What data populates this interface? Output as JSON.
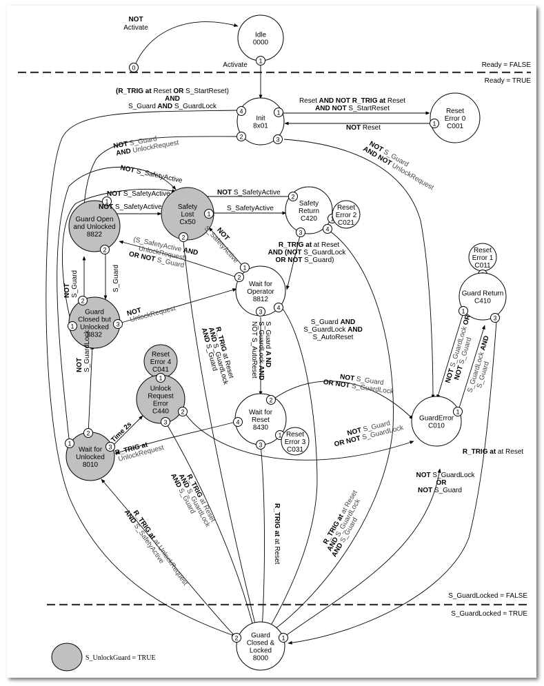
{
  "diagram": {
    "type": "state-machine",
    "states": [
      {
        "id": "idle",
        "lines": [
          "Idle",
          "0000"
        ],
        "highlighted": false
      },
      {
        "id": "init",
        "lines": [
          "Init",
          "8x01"
        ],
        "highlighted": false
      },
      {
        "id": "reset_error_0",
        "lines": [
          "Reset",
          "Error 0",
          "C001"
        ],
        "highlighted": false
      },
      {
        "id": "safety_lost",
        "lines": [
          "Safety",
          "Lost",
          "Cx50"
        ],
        "highlighted": true
      },
      {
        "id": "safety_return",
        "lines": [
          "Safety",
          "Return",
          "C420"
        ],
        "highlighted": false
      },
      {
        "id": "reset_error_2",
        "lines": [
          "Reset",
          "Error 2",
          "C021"
        ],
        "highlighted": false
      },
      {
        "id": "guard_open_unlocked",
        "lines": [
          "Guard Open",
          "and Unlocked",
          "8822"
        ],
        "highlighted": true
      },
      {
        "id": "wait_for_operator",
        "lines": [
          "Wait  for",
          "Operator",
          "8812"
        ],
        "highlighted": false
      },
      {
        "id": "guard_closed_unlocked",
        "lines": [
          "Guard",
          "Closed but",
          "Unlocked",
          "8832"
        ],
        "highlighted": true
      },
      {
        "id": "reset_error_1",
        "lines": [
          "Reset",
          "Error 1",
          "C011"
        ],
        "highlighted": false
      },
      {
        "id": "guard_return",
        "lines": [
          "Guard Return",
          "C410"
        ],
        "highlighted": false
      },
      {
        "id": "reset_error_4",
        "lines": [
          "Reset",
          "Error 4",
          "C041"
        ],
        "highlighted": true
      },
      {
        "id": "unlock_request_error",
        "lines": [
          "Unlock",
          "Request",
          "Error",
          "C440"
        ],
        "highlighted": true
      },
      {
        "id": "wait_for_reset",
        "lines": [
          "Wait  for",
          "Reset",
          "8430"
        ],
        "highlighted": false
      },
      {
        "id": "reset_error_3",
        "lines": [
          "Reset",
          "Error 3",
          "C031"
        ],
        "highlighted": false
      },
      {
        "id": "guard_error",
        "lines": [
          "GuardError",
          "C010"
        ],
        "highlighted": false
      },
      {
        "id": "wait_for_unlocked",
        "lines": [
          "Wait for",
          "Unlocked",
          "8010"
        ],
        "highlighted": true
      },
      {
        "id": "guard_closed_locked",
        "lines": [
          "Guard",
          "Closed &",
          "Locked",
          "8000"
        ],
        "highlighted": false
      }
    ],
    "transitions": [
      {
        "label_parts": [
          {
            "t": "NOT",
            "b": true
          },
          {
            "t": "Activate"
          }
        ]
      },
      {
        "label_parts": [
          {
            "t": "Activate"
          }
        ]
      },
      {
        "label_parts": [
          {
            "t": "(R_TRIG at Reset OR S_StartReset)",
            "b": true
          },
          {
            "t": "AND",
            "b": true
          },
          {
            "t": "S_Guard AND S_GuardLock"
          }
        ]
      },
      {
        "label_parts": [
          {
            "t": "Reset AND  NOT R_TRIG at Reset"
          },
          {
            "t": "AND NOT S_StartReset"
          }
        ]
      },
      {
        "label_parts": [
          {
            "t": "NOT Reset"
          }
        ]
      },
      {
        "label_parts": [
          {
            "t": "NOT S_Guard"
          },
          {
            "t": "AND UnlockRequest"
          }
        ]
      },
      {
        "label_parts": [
          {
            "t": "NOT S_Guard"
          },
          {
            "t": "AND NOT UnlockRequest"
          }
        ]
      },
      {
        "label_parts": [
          {
            "t": "NOT S_SafetyActive"
          }
        ]
      },
      {
        "label_parts": [
          {
            "t": "S_SafetyActive"
          }
        ]
      },
      {
        "label_parts": [
          {
            "t": "(S_SafetyActive AND UnlockRequest)"
          },
          {
            "t": "OR NOT  S_Guard"
          }
        ]
      },
      {
        "label_parts": [
          {
            "t": "NOT S_SafetyActive"
          }
        ]
      },
      {
        "label_parts": [
          {
            "t": "R_TRIG at Reset"
          },
          {
            "t": "AND (NOT S_GuardLock"
          },
          {
            "t": "OR NOT S_Guard)"
          }
        ]
      },
      {
        "label_parts": [
          {
            "t": "NOT S_Guard"
          }
        ]
      },
      {
        "label_parts": [
          {
            "t": "S_Guard"
          }
        ]
      },
      {
        "label_parts": [
          {
            "t": "NOT UnlockRequest"
          }
        ]
      },
      {
        "label_parts": [
          {
            "t": "S_Guard AND S_GuardLock AND NOT S_AutoReset"
          }
        ]
      },
      {
        "label_parts": [
          {
            "t": "S_Guard AND S_GuardLock AND S_AutoReset"
          }
        ]
      },
      {
        "label_parts": [
          {
            "t": "R_TRIG at Reset AND S_GuardLock AND S_Guard"
          }
        ]
      },
      {
        "label_parts": [
          {
            "t": "NOT S_GuardLock"
          }
        ]
      },
      {
        "label_parts": [
          {
            "t": "Time 2s"
          }
        ]
      },
      {
        "label_parts": [
          {
            "t": "R_TRIG at UnlockRequest"
          }
        ]
      },
      {
        "label_parts": [
          {
            "t": "NOT S_Guard OR NOT S_GuardLock"
          }
        ]
      },
      {
        "label_parts": [
          {
            "t": "NOT S_GuardLock OR NOT S_Guard"
          }
        ]
      },
      {
        "label_parts": [
          {
            "t": "S_GuardLock AND S_Guard"
          }
        ]
      },
      {
        "label_parts": [
          {
            "t": "R_TRIG at Reset"
          }
        ]
      },
      {
        "label_parts": [
          {
            "t": "R_TRIG at UnlockRequest AND S_SafetyActive"
          }
        ]
      }
    ],
    "regions": {
      "ready_false": "Ready = FALSE",
      "ready_true": "Ready = TRUE",
      "guardlocked_false": "S_GuardLocked = FALSE",
      "guardlocked_true": "S_GuardLocked = TRUE"
    },
    "legend": {
      "label": "S_UnlockGuard = TRUE",
      "highlight_color": "#c0c0c0"
    }
  },
  "texts": {
    "not": "NOT",
    "and": "AND",
    "or": "OR",
    "activate": "Activate",
    "rtrig_reset_or_start": "(R_TRIG at Reset OR S_StartReset)",
    "sguard": "S_Guard",
    "sguardlock": "S_GuardLock",
    "reset_and_not": "Reset",
    "and_not_rtrig": " AND  NOT R_TRIG at",
    "reset_word": " Reset",
    "and_not": "AND NOT",
    "start_reset": " S_StartReset",
    "not_reset": " Reset",
    "unlock_req": " UnlockRequest",
    "safety_active": " S_SafetyActive",
    "safety_active_plain": "S_SafetyActive",
    "sa_and_open": "(S_SafetyActive ",
    "unlock_req_close": "UnlockRequest)",
    "or_not": "OR NOT ",
    "sguard_s": "  S_Guard",
    "rtrig": "R_TRIG",
    "at_reset": " at Reset",
    "and_paren_not": "AND (NOT",
    "sguardlock_s": " S_GuardLock",
    "or_not_b": "OR NOT",
    "sguard_close": " S_Guard)",
    "sg_and": "S_Guard ",
    "sgl_and": "S_GuardLock ",
    "autoreset": "S_AutoReset",
    "not_autoreset": "NOT S_AutoReset",
    "time2s": "Time 2s",
    "rtrig_at": "R_TRIG at",
    "unlockrequest": "UnlockRequest",
    "at_unlockrequest": " at UnlockRequest",
    "and_s_safetyactive": " S_SafetyActive",
    "rtrig_at_reset": "R_TRIG at Reset",
    "and_s_guardlock": " S_GuardLock",
    "and_s_guard": " S_Guard",
    "s_guard_a_nd": "S_Guard ",
    "a_nd": "A ND",
    "s_guardlock_and": "S_GuardLock ",
    "ports": [
      "0",
      "1",
      "2",
      "3",
      "4"
    ]
  }
}
